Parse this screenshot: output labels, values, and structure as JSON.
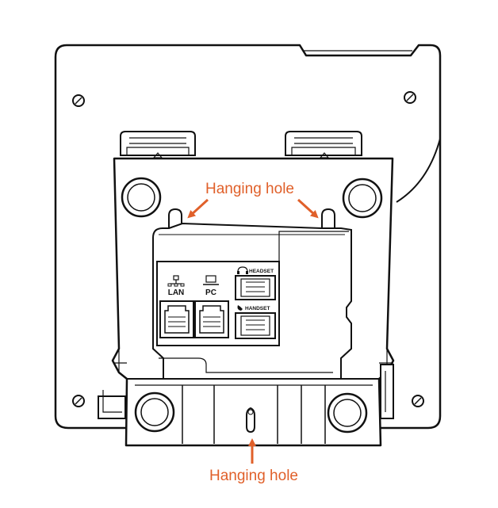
{
  "callouts": {
    "top": "Hanging hole",
    "bottom": "Hanging hole"
  },
  "ports": {
    "lan": "LAN",
    "pc": "PC",
    "headset": "HEADSET",
    "handset": "HANDSET"
  },
  "colors": {
    "accent": "#e0602a",
    "stroke": "#111111",
    "background": "#ffffff"
  }
}
